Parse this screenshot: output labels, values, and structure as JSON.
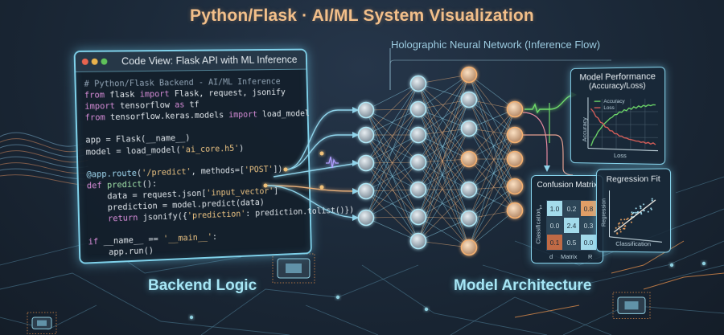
{
  "title": "Python/Flask · AI/ML System Visualization",
  "code_view": {
    "window_title": "Code View: Flask API with ML Inference",
    "window_controls": [
      "close",
      "minimize",
      "maximize"
    ],
    "lines": [
      [
        {
          "t": "# Python/Flask Backend - AI/ML Inference",
          "c": "cm"
        }
      ],
      [
        {
          "t": "from",
          "c": "kw"
        },
        {
          "t": " flask ",
          "c": ""
        },
        {
          "t": "import",
          "c": "kw"
        },
        {
          "t": " Flask, request, jsonify",
          "c": ""
        }
      ],
      [
        {
          "t": "import",
          "c": "kw"
        },
        {
          "t": " tensorflow ",
          "c": ""
        },
        {
          "t": "as",
          "c": "kw"
        },
        {
          "t": " tf",
          "c": ""
        }
      ],
      [
        {
          "t": "from",
          "c": "kw"
        },
        {
          "t": " tensorflow.keras.models ",
          "c": ""
        },
        {
          "t": "import",
          "c": "kw"
        },
        {
          "t": " load_model",
          "c": ""
        }
      ],
      [
        {
          "t": "",
          "c": ""
        }
      ],
      [
        {
          "t": "app = Flask(__name__)",
          "c": ""
        }
      ],
      [
        {
          "t": "model = load_model(",
          "c": ""
        },
        {
          "t": "'ai_core.h5'",
          "c": "str"
        },
        {
          "t": ")",
          "c": ""
        }
      ],
      [
        {
          "t": "",
          "c": ""
        }
      ],
      [
        {
          "t": "@app.route",
          "c": "deco"
        },
        {
          "t": "(",
          "c": ""
        },
        {
          "t": "'/predict'",
          "c": "str"
        },
        {
          "t": ", methods=[",
          "c": ""
        },
        {
          "t": "'POST'",
          "c": "str"
        },
        {
          "t": "])",
          "c": ""
        }
      ],
      [
        {
          "t": "def",
          "c": "kw"
        },
        {
          "t": " ",
          "c": ""
        },
        {
          "t": "predict",
          "c": "fn"
        },
        {
          "t": "():",
          "c": ""
        }
      ],
      [
        {
          "t": "    data = request.json[",
          "c": ""
        },
        {
          "t": "'input_vector'",
          "c": "str"
        },
        {
          "t": "]",
          "c": ""
        }
      ],
      [
        {
          "t": "    prediction = model.predict(data)",
          "c": ""
        }
      ],
      [
        {
          "t": "    ",
          "c": ""
        },
        {
          "t": "return",
          "c": "kw"
        },
        {
          "t": " jsonify({",
          "c": ""
        },
        {
          "t": "'prediction'",
          "c": "str"
        },
        {
          "t": ": prediction.tolist()})",
          "c": ""
        }
      ],
      [
        {
          "t": "",
          "c": ""
        }
      ],
      [
        {
          "t": "if",
          "c": "kw"
        },
        {
          "t": " __name__ == ",
          "c": ""
        },
        {
          "t": "'__main__'",
          "c": "str"
        },
        {
          "t": ":",
          "c": ""
        }
      ],
      [
        {
          "t": "    app.run()",
          "c": ""
        }
      ]
    ]
  },
  "labels": {
    "backend": "Backend Logic",
    "model_architecture": "Model Architecture",
    "neural_network": "Holographic Neural Network (Inference Flow)"
  },
  "neural_network": {
    "layers": [
      5,
      7,
      7,
      5
    ]
  },
  "performance_panel": {
    "title_line1": "Model Performance",
    "title_line2": "(Accuracy/Loss)",
    "y_label": "Accuracy",
    "x_label": "Loss",
    "legend": [
      {
        "name": "Accuracy",
        "color": "#6fdc6a"
      },
      {
        "name": "Loss",
        "color": "#e0605a"
      }
    ]
  },
  "confusion_matrix": {
    "title": "Confusion Matrix",
    "y_label": "Classification",
    "x_label": "Matrix",
    "row_labels": [
      "1"
    ],
    "col_labels": [
      "d",
      "R"
    ],
    "cells": [
      [
        {
          "v": "1.0",
          "k": "light"
        },
        {
          "v": "0.2",
          "k": "dark"
        },
        {
          "v": "0.8",
          "k": "orange"
        }
      ],
      [
        {
          "v": "0.0",
          "k": "dark"
        },
        {
          "v": "2.4",
          "k": "light"
        },
        {
          "v": "0.3",
          "k": "dark"
        }
      ],
      [
        {
          "v": "0.1",
          "k": "orange-dark"
        },
        {
          "v": "0.5",
          "k": "dark"
        },
        {
          "v": "0.0",
          "k": "light"
        }
      ]
    ]
  },
  "regression_panel": {
    "title": "Regression Fit",
    "y_label": "Regression",
    "x_label": "Classification"
  },
  "colors": {
    "accent_cyan": "#7fd1ea",
    "accent_orange": "#f0a860",
    "title": "#f2bf8a",
    "accuracy": "#6fdc6a",
    "loss": "#e0605a"
  }
}
